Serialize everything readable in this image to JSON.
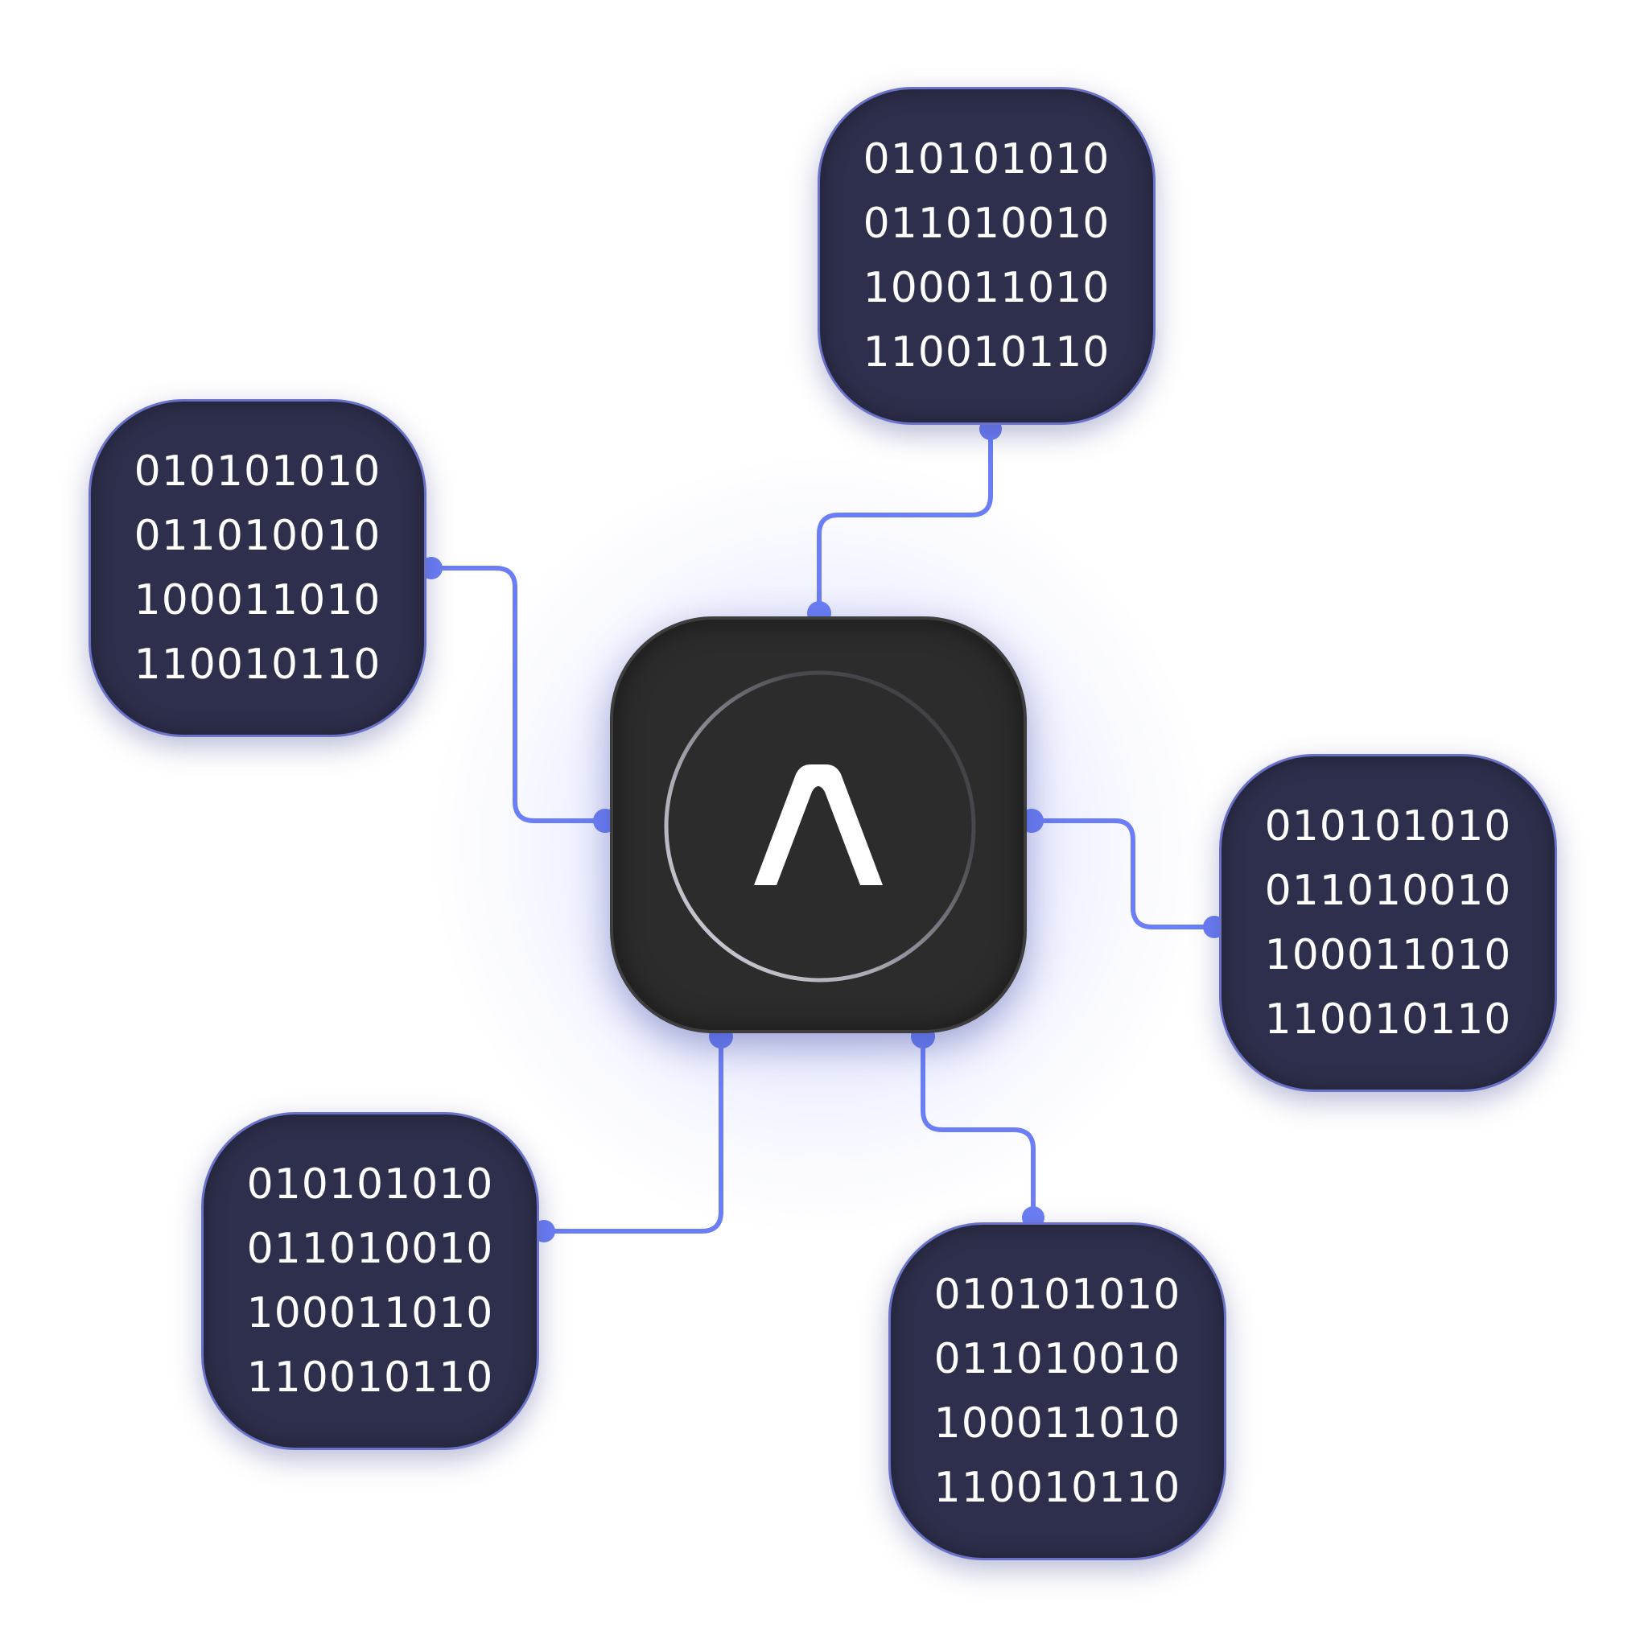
{
  "diagram": {
    "hub": {
      "icon": "lambda-caret-icon",
      "fill_color": "#2c2c2c"
    },
    "wire_color": "#6b7ef5",
    "card_color": "#2e2f4c",
    "cards": [
      {
        "id": "top",
        "lines": [
          "010101010",
          "011010010",
          "100011010",
          "110010110"
        ]
      },
      {
        "id": "left",
        "lines": [
          "010101010",
          "011010010",
          "100011010",
          "110010110"
        ]
      },
      {
        "id": "right",
        "lines": [
          "010101010",
          "011010010",
          "100011010",
          "110010110"
        ]
      },
      {
        "id": "bottom-left",
        "lines": [
          "010101010",
          "011010010",
          "100011010",
          "110010110"
        ]
      },
      {
        "id": "bottom-right",
        "lines": [
          "010101010",
          "011010010",
          "100011010",
          "110010110"
        ]
      }
    ]
  }
}
